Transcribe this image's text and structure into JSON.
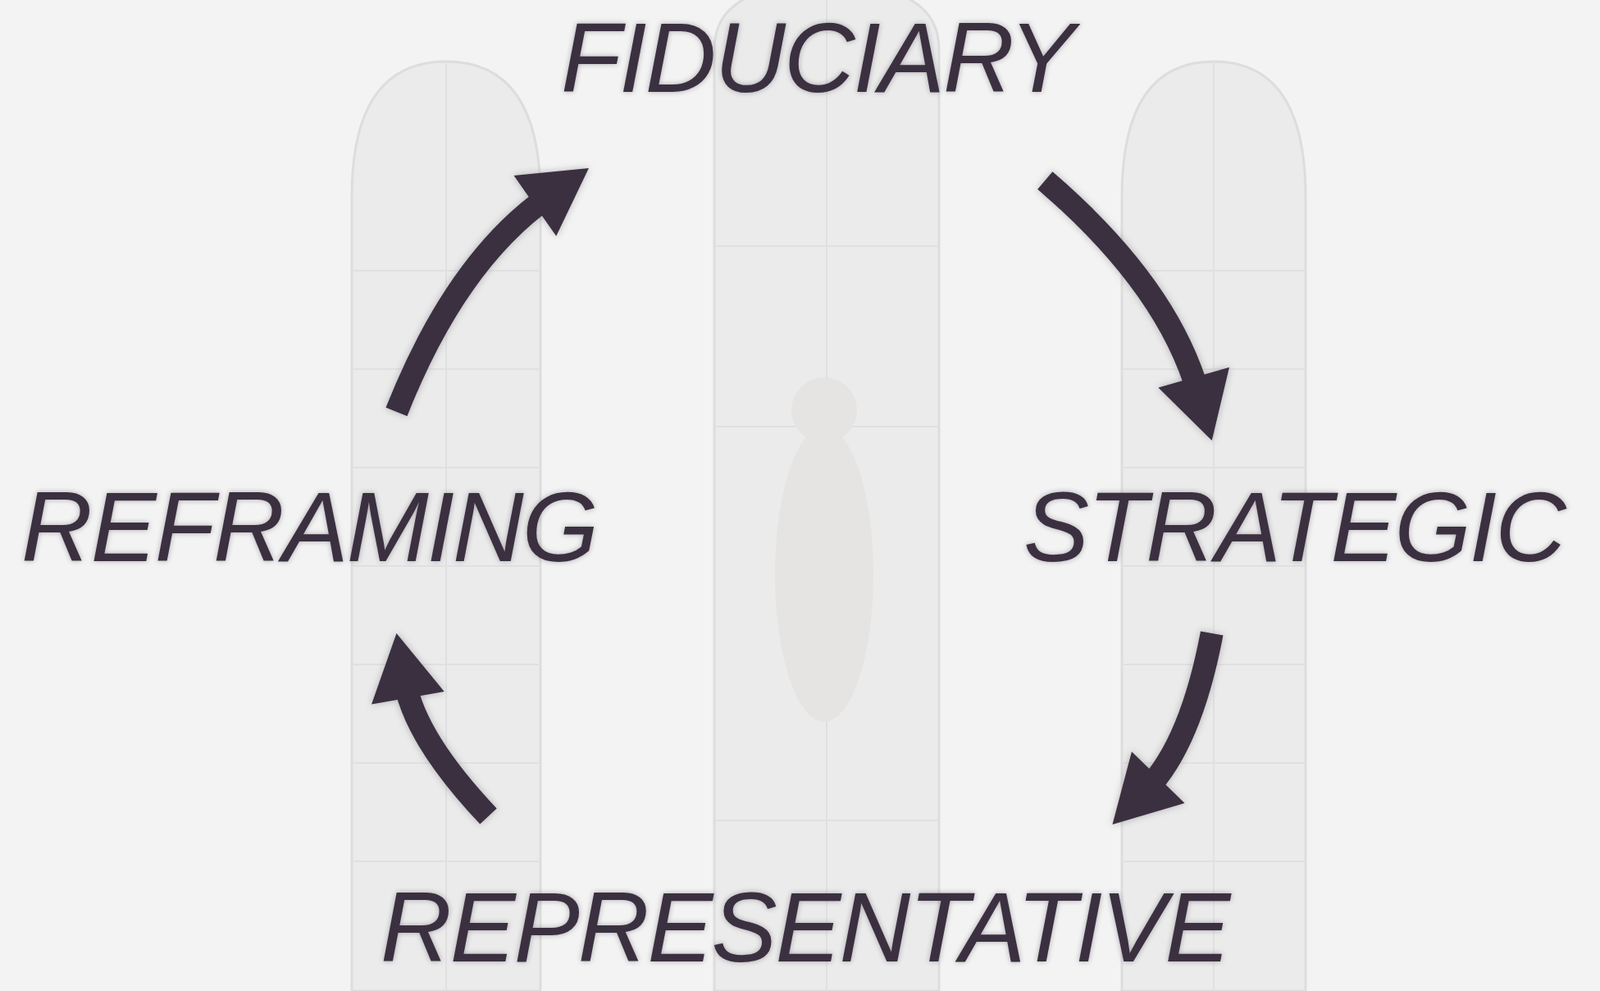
{
  "diagram": {
    "nodes": [
      {
        "text": [
          "FIDUCIARY"
        ]
      },
      {
        "text": [
          "STRATEGIC"
        ]
      },
      {
        "text": [
          "REPRESENTATIVE"
        ]
      },
      {
        "text": [
          "REFRAMING"
        ]
      }
    ],
    "edges": [
      {
        "from": 0,
        "to": 1,
        "arrow": "to"
      },
      {
        "from": 1,
        "to": 2,
        "arrow": "to"
      },
      {
        "from": 2,
        "to": 3,
        "arrow": "to"
      },
      {
        "from": 3,
        "to": 0,
        "arrow": "to"
      }
    ]
  }
}
